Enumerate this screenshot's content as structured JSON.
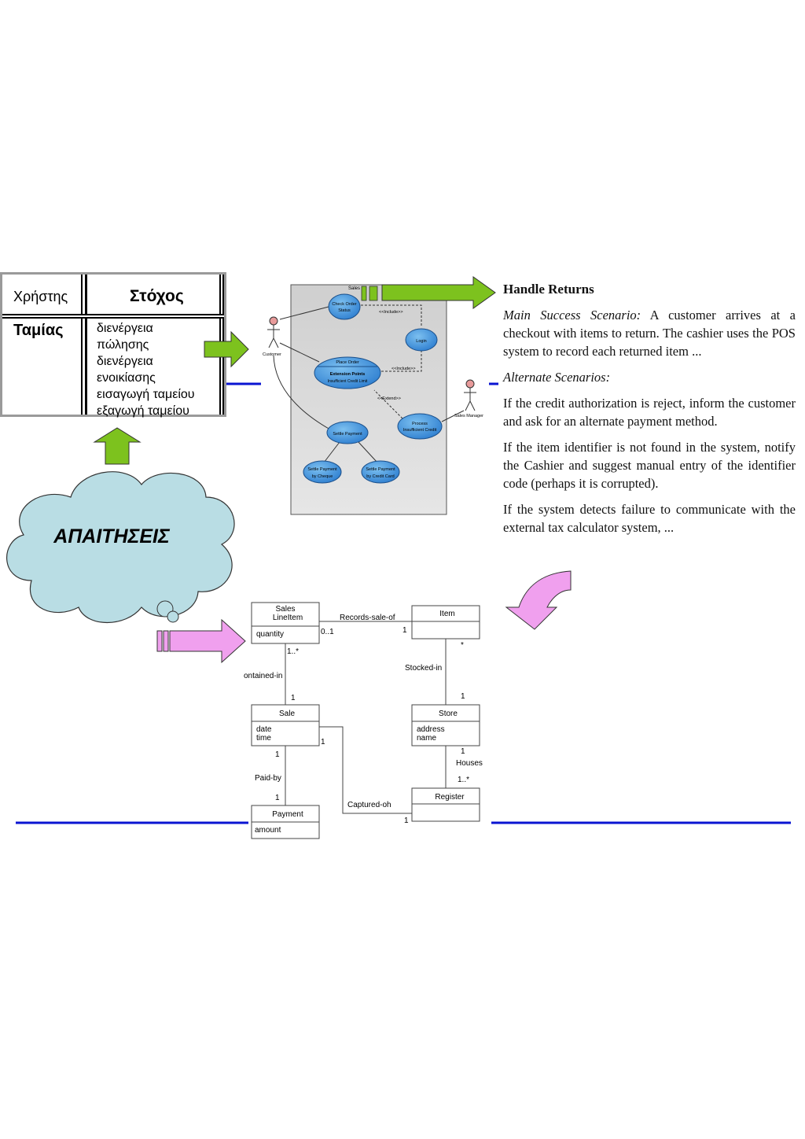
{
  "goal_table": {
    "header_user": "Χρήστης",
    "header_goal": "Στόχος",
    "actor": "Ταμίας",
    "goals": [
      "διενέργεια",
      "πώλησης",
      "διενέργεια",
      "ενοικίασης",
      "εισαγωγή ταμείου",
      "εξαγωγή ταμείου"
    ]
  },
  "cloud_label": "ΑΠΑΙΤΗΣΕΙΣ",
  "use_case_diagram": {
    "system_label": "Sales",
    "actors": [
      "Customer",
      "Sales Manager"
    ],
    "use_cases": {
      "check_order": [
        "Check Order",
        "Status"
      ],
      "login": "Login",
      "place_order": [
        "Place Order",
        "Extension Points",
        "Insufficient Credit Limit"
      ],
      "process": [
        "Process",
        "Insufficient Credit"
      ],
      "settle_payment": "Settle Payment",
      "settle_cheque": [
        "Settle Payment",
        "by Cheque"
      ],
      "settle_card": [
        "Settle Payment",
        "by Credit Card"
      ]
    },
    "include_label": "<<Include>>",
    "extend_label": "<<Extend>>"
  },
  "scenario": {
    "title": "Handle Returns",
    "main_label": "Main Success Scenario:",
    "main_text": " A customer arrives at a checkout with items to return. The cashier uses the POS system to record each returned item ...",
    "alt_label": "Alternate Scenarios:",
    "alt_1": "If the credit authorization is reject, inform the customer and ask for an alternate payment method.",
    "alt_2": "If the item identifier is not found in the system, notify the Cashier and suggest manual entry of the identifier code (perhaps it is corrupted).",
    "alt_3": "If the system detects failure to communicate with the external tax calculator system, ..."
  },
  "class_diagram": {
    "sales_line_item": {
      "name_1": "Sales",
      "name_2": "LineItem",
      "attr": "quantity"
    },
    "item": {
      "name": "Item"
    },
    "sale": {
      "name": "Sale",
      "attr_1": "date",
      "attr_2": "time"
    },
    "store": {
      "name": "Store",
      "attr_1": "address",
      "attr_2": "name"
    },
    "payment": {
      "name": "Payment",
      "attr": "amount"
    },
    "register": {
      "name": "Register"
    },
    "assoc": {
      "records_sale_of": "Records-sale-of",
      "contained_in": "ontained-in",
      "stocked_in": "Stocked-in",
      "paid_by": "Paid-by",
      "houses": "Houses",
      "captured_on": "Captured-oh"
    },
    "mult": {
      "sli_item_left": "0..1",
      "sli_item_right": "1",
      "sli_bottom": "1..*",
      "sale_top": "1",
      "item_bottom": "*",
      "store_top": "1",
      "sale_right": "1",
      "sale_bottom": "1",
      "payment_top": "1",
      "store_bottom": "1",
      "register_top": "1..*",
      "register_left": "1"
    }
  },
  "colors": {
    "blue_line": "#0a14d2",
    "green_arrow": "#7dc21e",
    "pink_arrow": "#f0a0ee",
    "cloud": "#b9dde4",
    "use_case": "#3a8ed8"
  }
}
